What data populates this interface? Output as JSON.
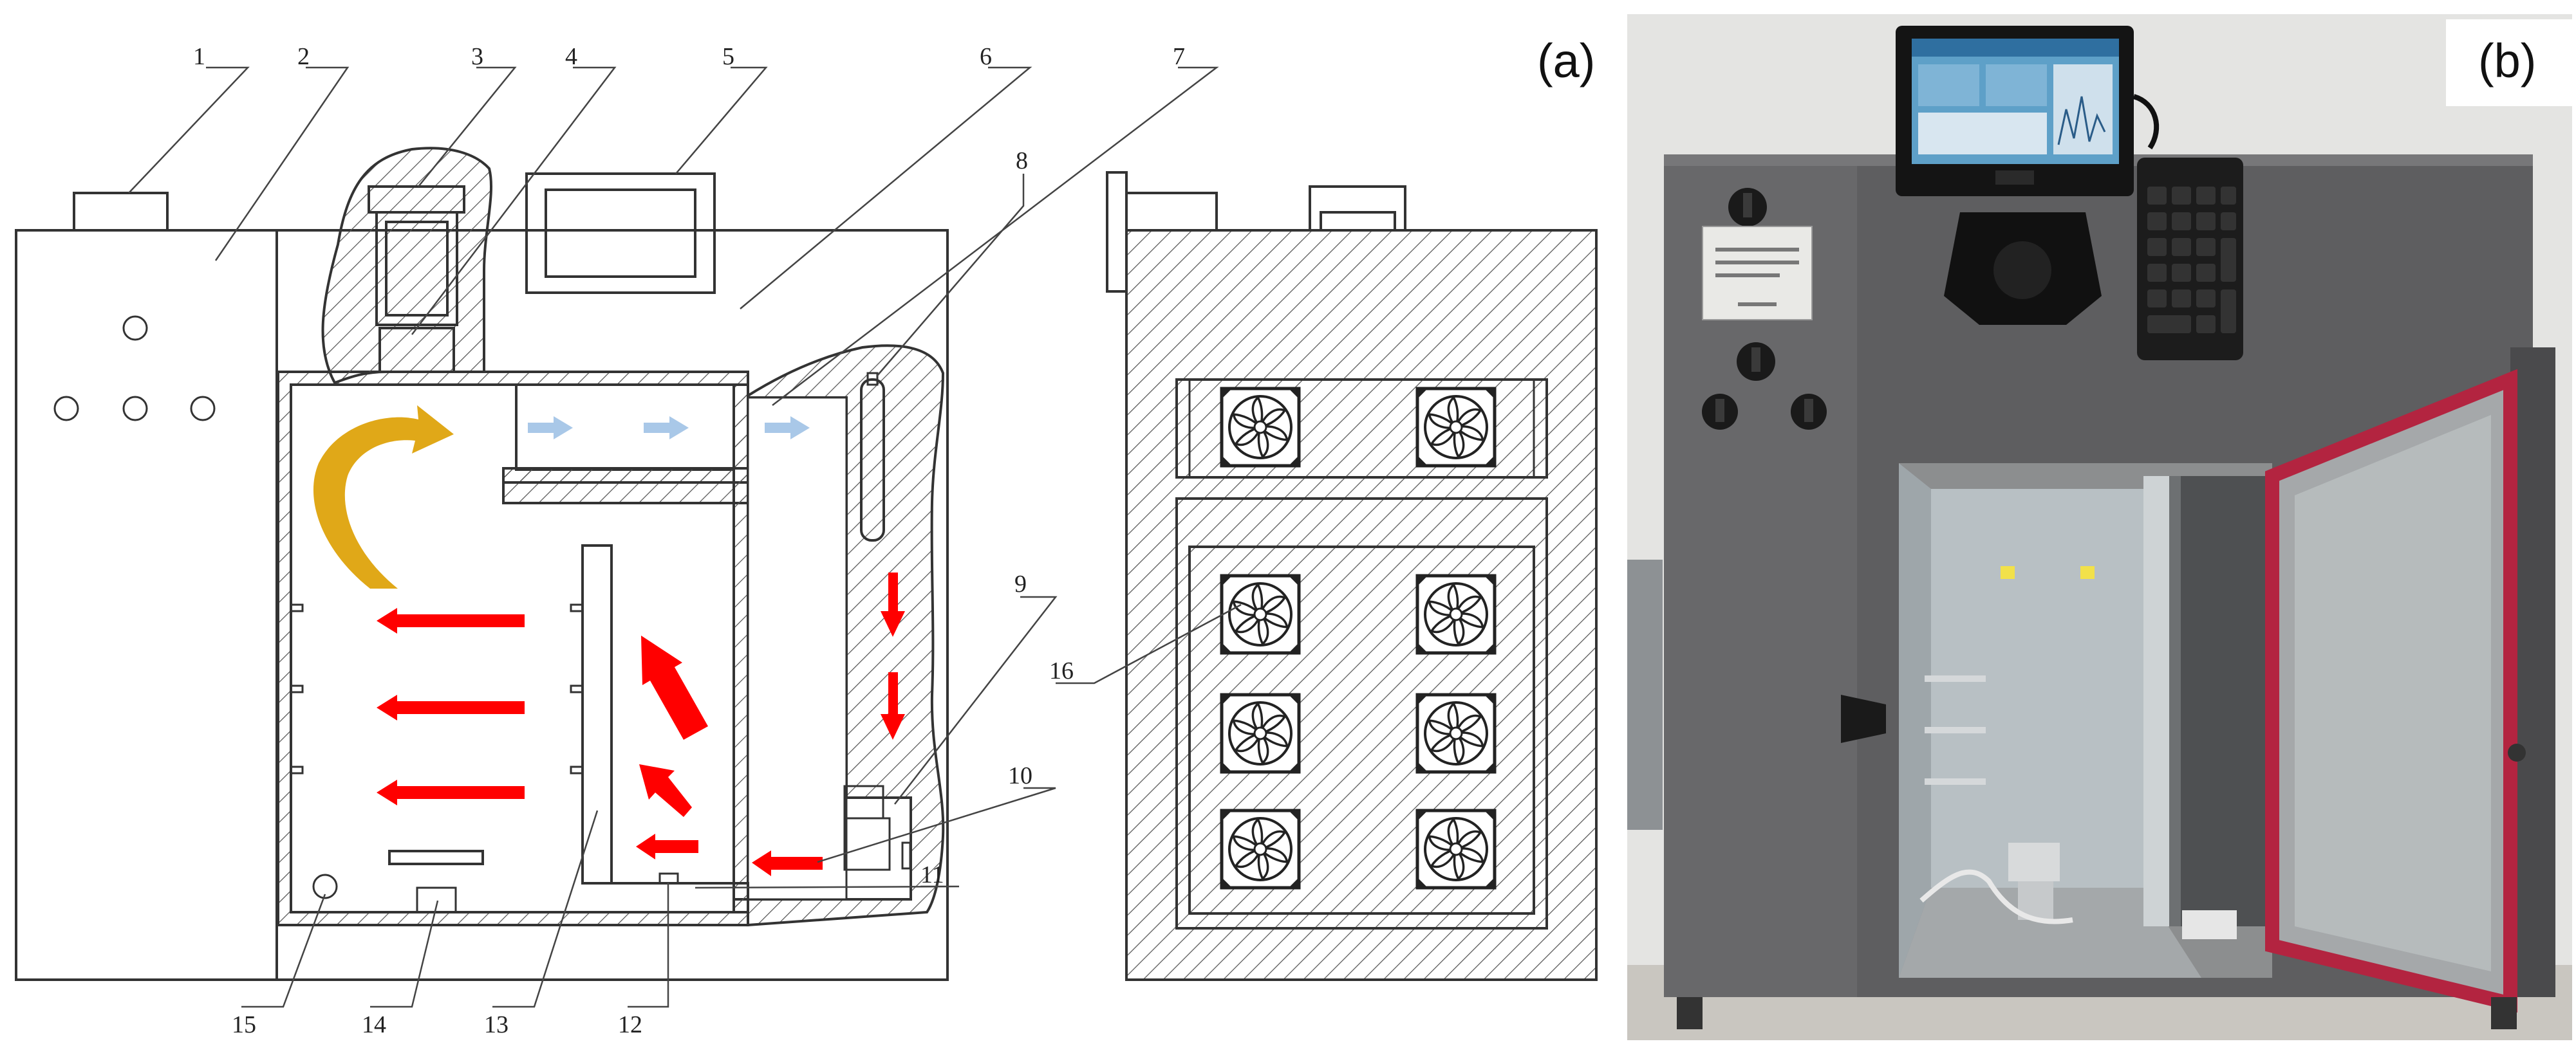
{
  "panels": [
    {
      "label": "(a)"
    },
    {
      "label": "(b)"
    }
  ],
  "callouts": [
    "1",
    "2",
    "3",
    "4",
    "5",
    "6",
    "7",
    "8",
    "9",
    "10",
    "11",
    "12",
    "13",
    "14",
    "15",
    "16"
  ],
  "colors": {
    "hot_air": "#ff0000",
    "cool_air": "#a9c8e8",
    "circulation": "#e0a818",
    "hatch": "#555555"
  },
  "icons": [
    "fan-icon",
    "arrow-icon",
    "knob-icon",
    "touchscreen-icon",
    "keypad-icon"
  ]
}
